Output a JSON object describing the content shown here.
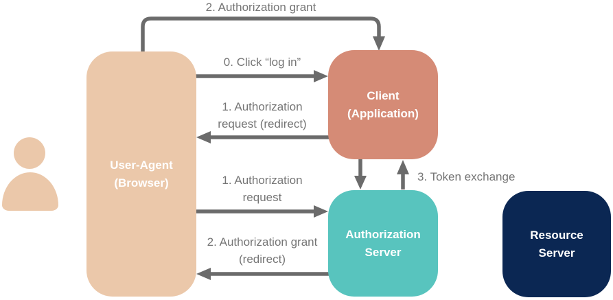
{
  "diagram": {
    "colors": {
      "user_agent": "#ebc8aa",
      "client": "#d58b76",
      "auth_server": "#58c4be",
      "resource_server": "#0b2753",
      "arrow": "#6b6b6b",
      "label_text": "#757575",
      "node_text": "#ffffff",
      "background": "#ffffff"
    },
    "nodes": {
      "user_agent": {
        "line1": "User-Agent",
        "line2": "(Browser)"
      },
      "client": {
        "line1": "Client",
        "line2": "(Application)"
      },
      "auth_server": {
        "line1": "Authorization",
        "line2": "Server"
      },
      "resource_server": {
        "line1": "Resource",
        "line2": "Server"
      }
    },
    "edge_labels": {
      "authorization_grant_top": "2. Authorization grant",
      "click_log_in": "0. Click “log in”",
      "auth_request_redirect": {
        "line1": "1. Authorization",
        "line2": "request (redirect)"
      },
      "auth_request": {
        "line1": "1. Authorization",
        "line2": "request"
      },
      "auth_grant_redirect": {
        "line1": "2. Authorization grant",
        "line2": "(redirect)"
      },
      "token_exchange": "3. Token exchange"
    },
    "icons": {
      "person": "person-icon"
    }
  }
}
